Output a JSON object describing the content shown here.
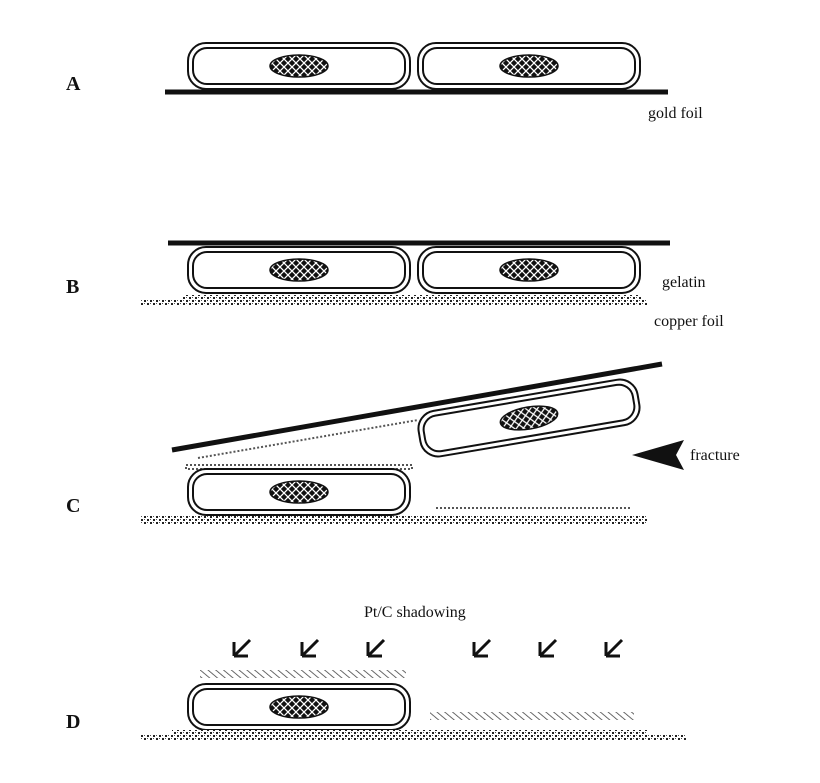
{
  "panels": [
    {
      "label": "A"
    },
    {
      "label": "B"
    },
    {
      "label": "C"
    },
    {
      "label": "D"
    }
  ],
  "annotations": {
    "gold_foil": "gold foil",
    "gelatin": "gelatin",
    "copper_foil": "copper foil",
    "fracture": "fracture",
    "shadowing": "Pt/C shadowing"
  },
  "colors": {
    "ink": "#111111",
    "background": "#ffffff",
    "hatch": "#444444"
  }
}
